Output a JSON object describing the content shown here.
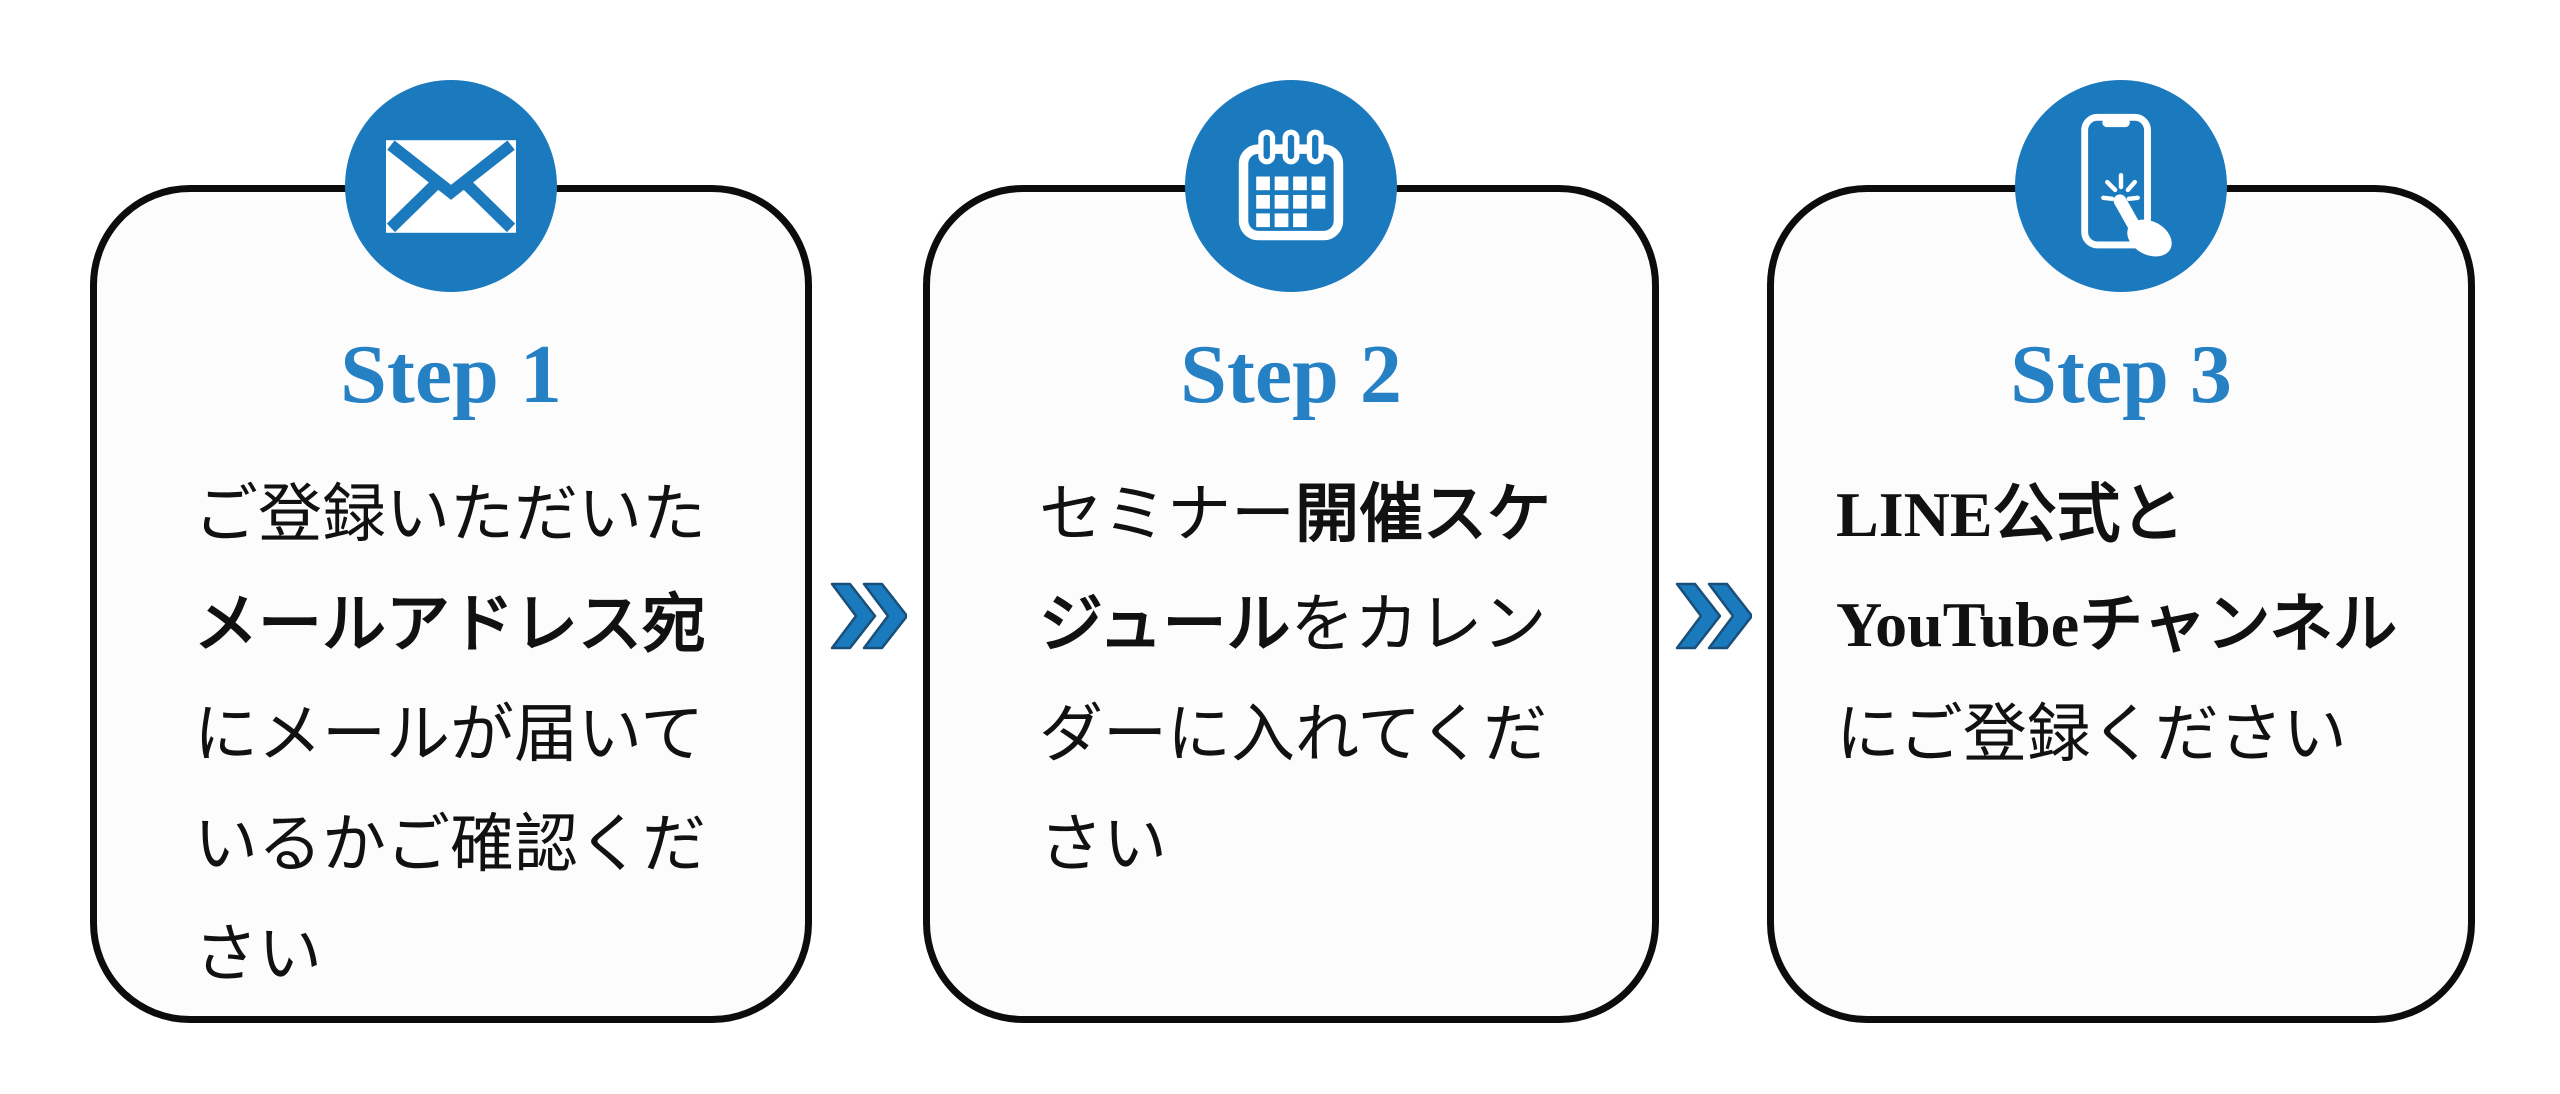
{
  "colors": {
    "circle_blue": "#1B7ABE",
    "heading_blue": "#2580C4",
    "chevron_blue": "#1B7ABE",
    "chevron_edge": "#1A4F79",
    "card_border": "#0C0C0C",
    "card_background": "#FCFCFC",
    "body_text": "#111111"
  },
  "cards": [
    {
      "step_label": "Step 1",
      "icon": "envelope-icon",
      "lines": [
        [
          {
            "t": "ご登録いただいた",
            "b": false
          }
        ],
        [
          {
            "t": "メールアドレス宛",
            "b": true
          }
        ],
        [
          {
            "t": "にメールが届いて",
            "b": false
          }
        ],
        [
          {
            "t": "いるかご確認くだ",
            "b": false
          }
        ],
        [
          {
            "t": "さい",
            "b": false
          }
        ]
      ]
    },
    {
      "step_label": "Step 2",
      "icon": "calendar-icon",
      "lines": [
        [
          {
            "t": "セミナー",
            "b": false
          },
          {
            "t": "開催スケ",
            "b": true
          }
        ],
        [
          {
            "t": "ジュール",
            "b": true
          },
          {
            "t": "をカレン",
            "b": false
          }
        ],
        [
          {
            "t": "ダーに入れてくだ",
            "b": false
          }
        ],
        [
          {
            "t": "さい",
            "b": false
          }
        ]
      ]
    },
    {
      "step_label": "Step 3",
      "icon": "smartphone-tap-icon",
      "lines": [
        [
          {
            "t": "LINE公式と",
            "b": true
          }
        ],
        [
          {
            "t": "YouTubeチャンネル",
            "b": true
          }
        ],
        [
          {
            "t": "にご登録ください",
            "b": false
          }
        ]
      ]
    }
  ],
  "arrows": [
    {
      "icon": "double-chevron-right-icon"
    },
    {
      "icon": "double-chevron-right-icon"
    }
  ]
}
